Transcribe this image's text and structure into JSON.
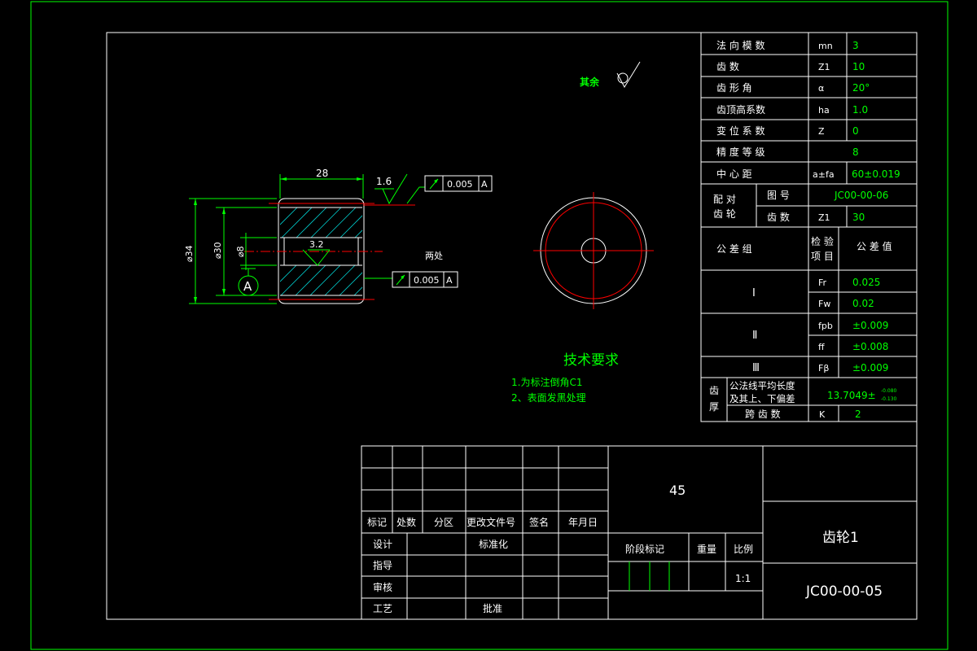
{
  "drawing_no": "JC00-00-05",
  "part_name": "齿轮1",
  "material": "45",
  "scale": "1:1",
  "surface_finish_note": "其余",
  "views": {
    "front": {
      "dim_length": "28",
      "dim_outer": "⌀34",
      "dim_root": "⌀30",
      "dim_bore": "⌀8",
      "roughness_main": "1.6",
      "roughness_bore": "3.2",
      "datum": "A",
      "runout_top": {
        "tol": "0.005",
        "datum": "A"
      },
      "runout_side": {
        "tol": "0.005",
        "datum": "A"
      },
      "two_places": "两处"
    }
  },
  "tech_requirements": {
    "title": "技术要求",
    "items": [
      "1.为标注倒角C1",
      "2、表面发黑处理"
    ]
  },
  "param_table": {
    "rows": [
      {
        "name": "法 向 模 数",
        "sym": "mn",
        "val": "3"
      },
      {
        "name": "齿   数",
        "sym": "Z1",
        "val": "10"
      },
      {
        "name": "齿 形 角",
        "sym": "α",
        "val": "20°"
      },
      {
        "name": "齿顶高系数",
        "sym": "ha",
        "val": "1.0"
      },
      {
        "name": "变 位 系 数",
        "sym": "Z",
        "val": "0"
      },
      {
        "name": "精 度 等 级",
        "sym": "",
        "val": "8"
      },
      {
        "name": "中   心   距",
        "sym": "a±fa",
        "val": "60±0.019"
      }
    ],
    "mating": {
      "label1": "配 对",
      "label2": "齿 轮",
      "drawing_label": "图 号",
      "drawing_val": "JC00-00-06",
      "teeth_label": "齿 数",
      "teeth_sym": "Z1",
      "teeth_val": "30"
    },
    "tolerance_header": {
      "group": "公 差 组",
      "item1": "检 验",
      "item2": "项 目",
      "value": "公 差 值"
    },
    "groups": [
      {
        "id": "Ⅰ",
        "items": [
          {
            "sym": "Fr",
            "val": "0.025"
          },
          {
            "sym": "Fw",
            "val": "0.02"
          }
        ]
      },
      {
        "id": "Ⅱ",
        "items": [
          {
            "sym": "fpb",
            "val": "±0.009"
          },
          {
            "sym": "ff",
            "val": "±0.008"
          }
        ]
      },
      {
        "id": "Ⅲ",
        "items": [
          {
            "sym": "Fβ",
            "val": "±0.009"
          }
        ]
      }
    ],
    "thickness": {
      "label1": "齿",
      "label2": "厚",
      "desc1": "公法线平均长度",
      "desc2": "及其上、下偏差",
      "val": "13.7049",
      "dev_upper": "-0.080",
      "dev_lower": "-0.130",
      "span_label": "跨 齿 数",
      "span_sym": "K",
      "span_val": "2"
    }
  },
  "title_block": {
    "headers": [
      "标记",
      "处数",
      "分区",
      "更改文件号",
      "签名",
      "年月日"
    ],
    "roles": [
      "设计",
      "指导",
      "审核",
      "工艺"
    ],
    "standardize": "标准化",
    "approve": "批准",
    "stage_mark": "阶段标记",
    "weight": "重量",
    "scale_label": "比例"
  }
}
